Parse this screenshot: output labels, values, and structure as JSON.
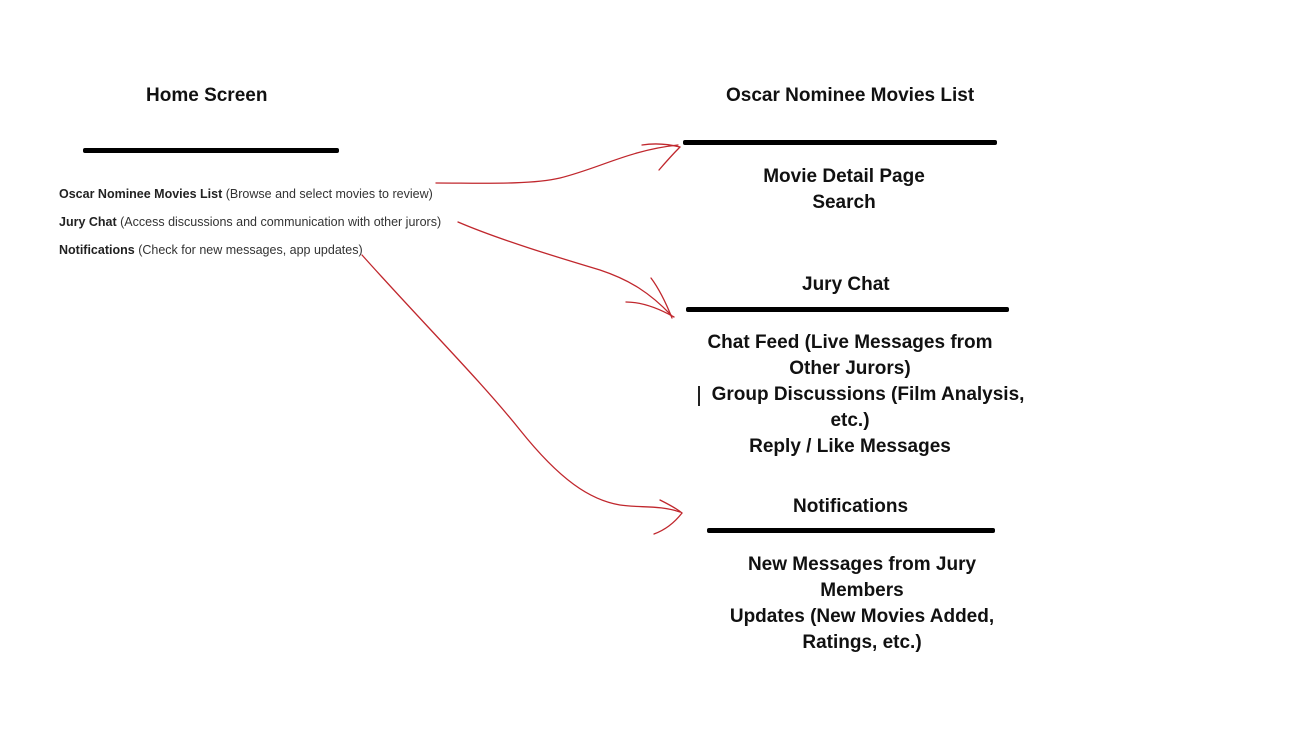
{
  "home": {
    "title": "Home Screen",
    "items": [
      {
        "name": "Oscar Nominee Movies List",
        "desc": "(Browse and select movies to review)"
      },
      {
        "name": "Jury Chat",
        "desc": "(Access discussions and communication with other jurors)"
      },
      {
        "name": "Notifications",
        "desc": "(Check for new messages, app updates)"
      }
    ]
  },
  "movies_list": {
    "title": "Oscar Nominee Movies List",
    "lines": [
      "Movie Detail Page",
      "Search"
    ]
  },
  "jury_chat": {
    "title": "Jury Chat",
    "lines": [
      "Chat Feed (Live Messages from",
      "Other Jurors)",
      "Group Discussions (Film Analysis,",
      "etc.)",
      "Reply / Like Messages"
    ]
  },
  "notifications": {
    "title": "Notifications",
    "lines": [
      "New Messages from Jury",
      "Members",
      "Updates (New Movies Added,",
      "Ratings, etc.)"
    ]
  },
  "colors": {
    "arrow": "#c0272d",
    "rule": "#000000"
  }
}
